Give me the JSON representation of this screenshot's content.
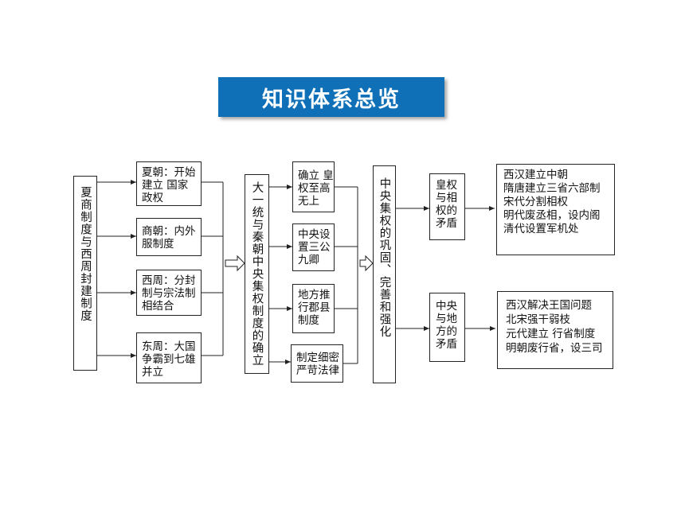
{
  "title": "知识体系总览",
  "root": "夏商制度与西周封建制度",
  "dynasties": [
    [
      "夏朝：开始",
      "建立 国家",
      "政权"
    ],
    [
      "商朝：内外",
      "服制度"
    ],
    [
      "西周：分封",
      "制与宗法制",
      "相结合"
    ],
    [
      "东周：大国",
      "争霸到七雄",
      "并立"
    ]
  ],
  "qin": "大一统与秦朝中央集权制度的确立",
  "qin_items": [
    [
      "确立 皇",
      "权至高",
      "无上"
    ],
    [
      "中央设",
      "置三公",
      "九卿"
    ],
    [
      "地方推",
      "行郡县",
      "制度"
    ],
    [
      "制定细密",
      "严苛法律"
    ]
  ],
  "consolidation": "中央集权的巩固、完善和强化",
  "contradictions": [
    [
      "皇权",
      "与相",
      "权的",
      "矛盾"
    ],
    [
      "中央",
      "与地",
      "方的",
      "矛盾"
    ]
  ],
  "details": [
    [
      "西汉建立中朝",
      "隋唐建立三省六部制",
      "宋代分割相权",
      "明代废丞相，设内阁",
      "清代设置军机处"
    ],
    [
      "西汉解决王国问题",
      "北宋强干弱枝",
      "元代建立 行省制度",
      "明朝废行省，设三司"
    ]
  ],
  "colors": {
    "banner": "#0f70b8",
    "banner_text": "#ffffff",
    "line": "#222222"
  }
}
